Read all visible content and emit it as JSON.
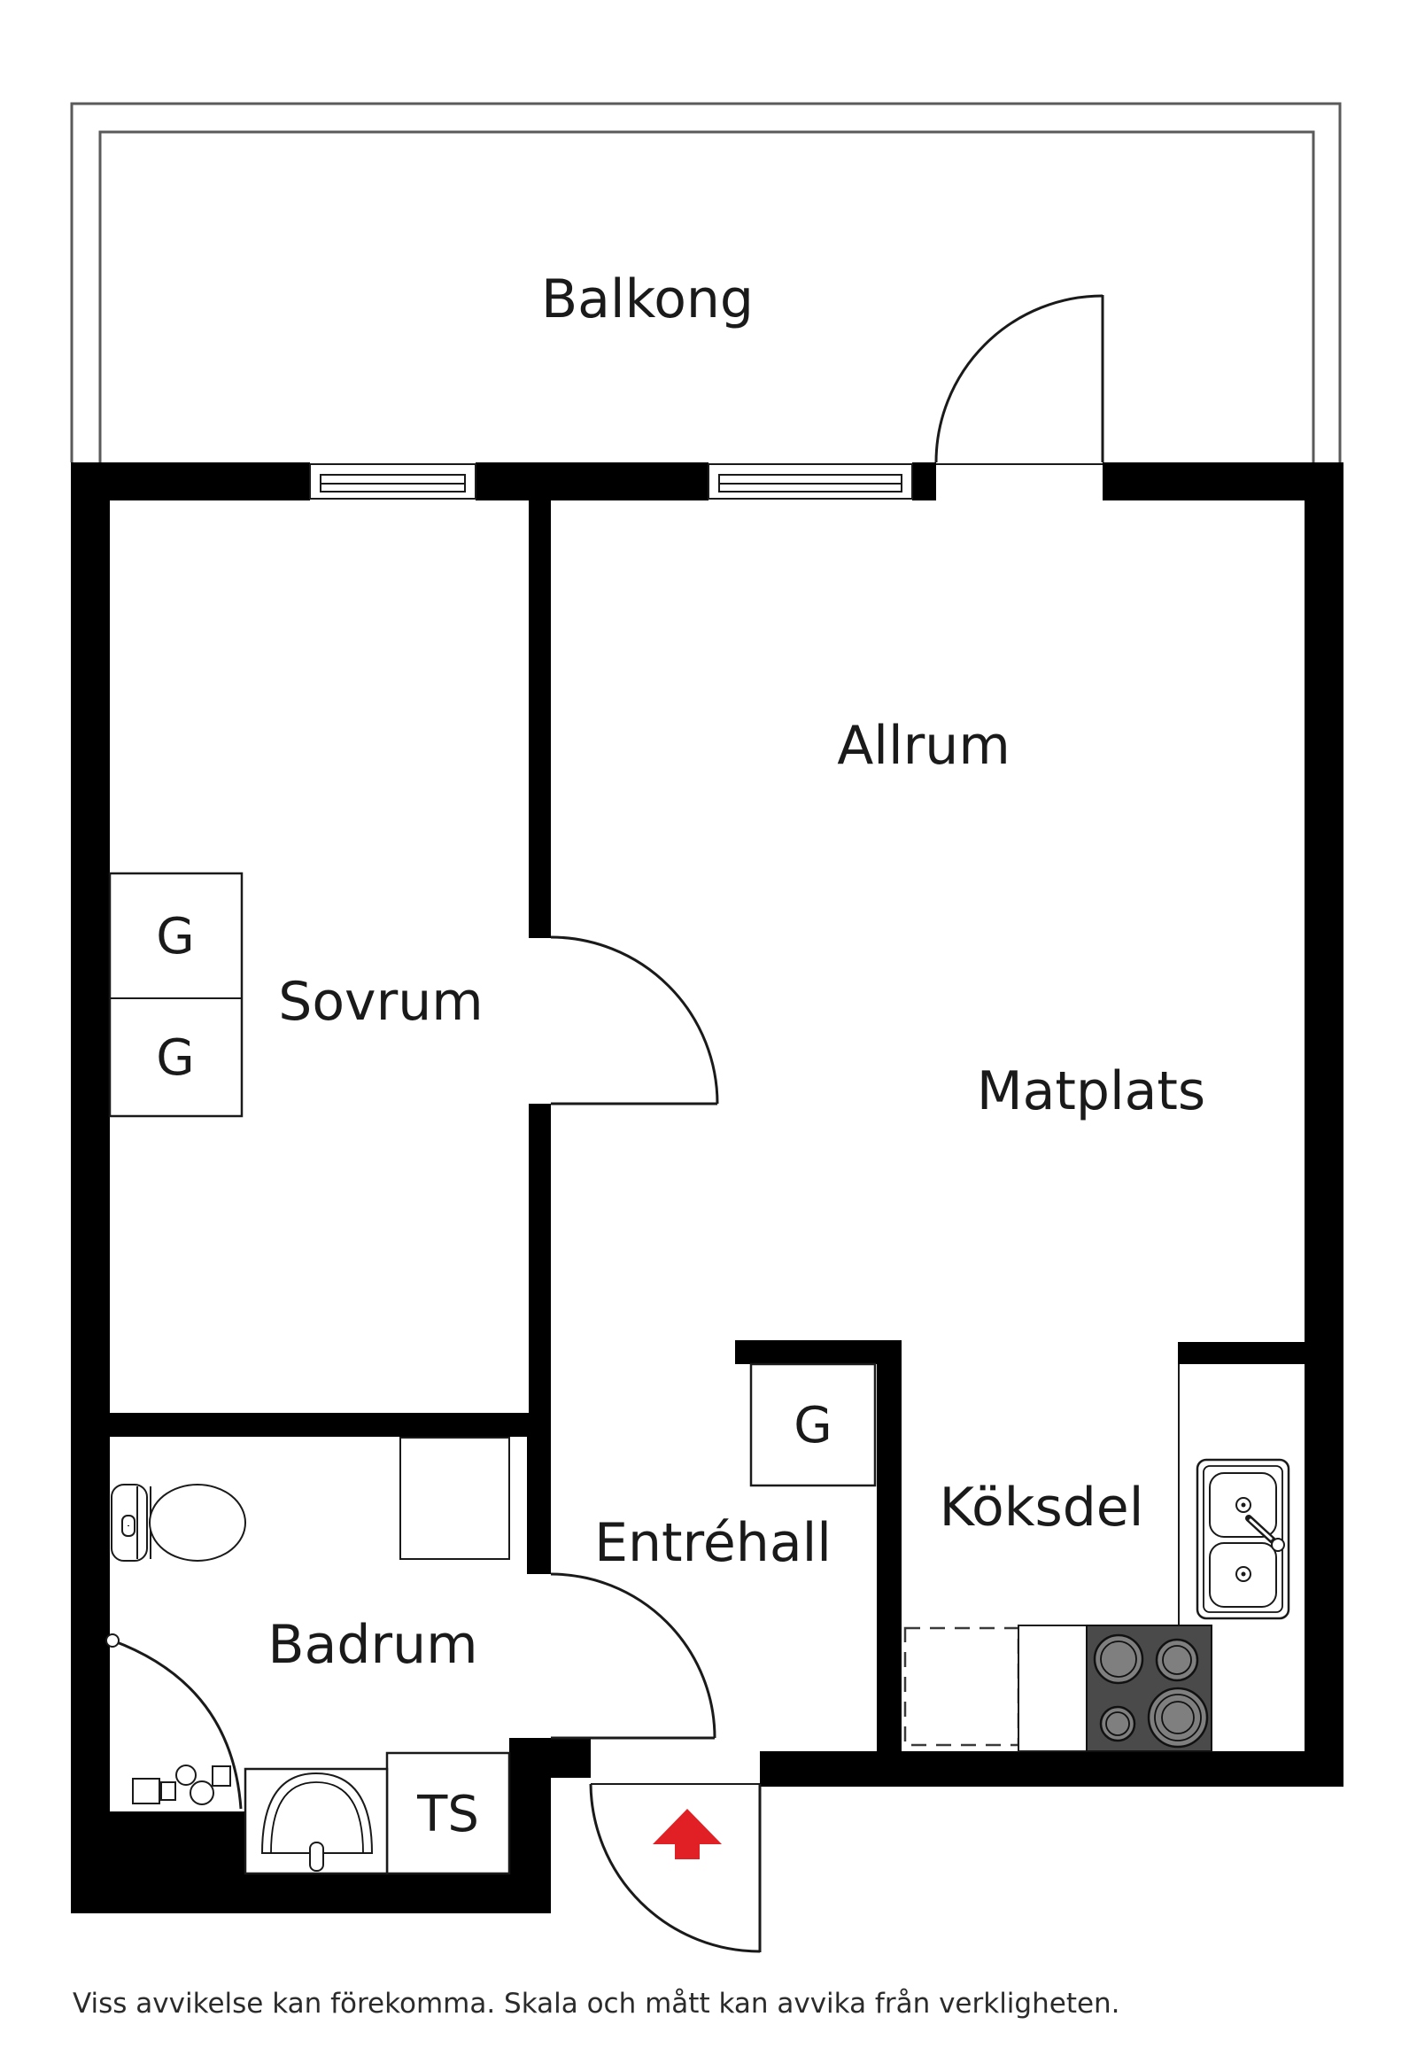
{
  "plan": {
    "rooms": {
      "balkong": "Balkong",
      "allrum": "Allrum",
      "sovrum": "Sovrum",
      "matplats": "Matplats",
      "entrehall": "Entréhall",
      "koksdel": "Köksdel",
      "badrum": "Badrum"
    },
    "closets": {
      "wardrobe_label": "G",
      "drying_cabinet_label": "TS"
    },
    "disclaimer": "Viss avvikelse kan förekomma. Skala och mått kan avvika från verkligheten.",
    "colors": {
      "wall": "#000000",
      "line": "#1a1a1a",
      "balcony_line": "#5a5a5a",
      "stove_body": "#4a4a4a",
      "burner": "#7f7f7f",
      "arrow_red": "#e02024",
      "text": "#1a1a1a",
      "disclaimer": "#2b2b2b"
    }
  }
}
